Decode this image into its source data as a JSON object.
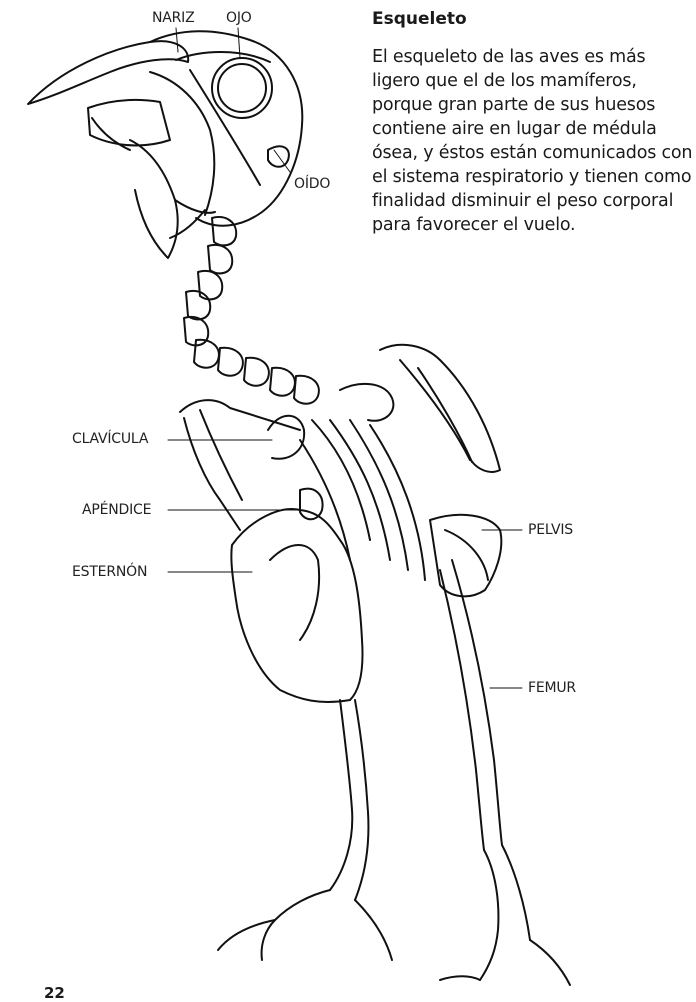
{
  "section": {
    "title": "Esqueleto",
    "body": "El esqueleto de las aves es más ligero que el de los mamíferos, porque gran parte de sus huesos contiene aire en lugar de médula ósea, y éstos están comunicados con el sistema respiratorio y tienen como finalidad disminuir el peso corporal para favorecer el vuelo."
  },
  "labels": {
    "nariz": "NARIZ",
    "ojo": "OJO",
    "oido": "OÍDO",
    "clavicula": "CLAVÍCULA",
    "apendice": "APÉNDICE",
    "esternon": "ESTERNÓN",
    "pelvis": "PELVIS",
    "femur": "FEMUR"
  },
  "page_number": "22"
}
